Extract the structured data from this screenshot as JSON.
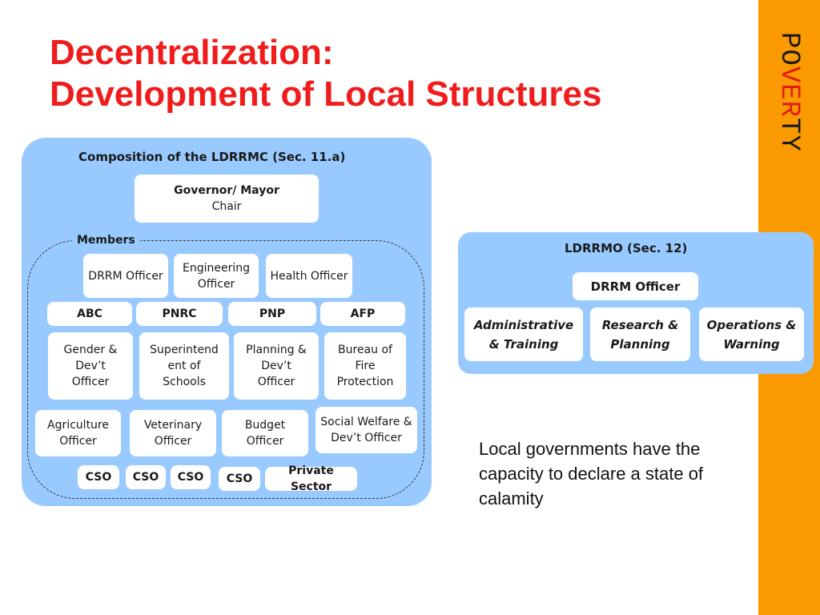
{
  "title": {
    "line1": "Decentralization:",
    "line2": "Development of Local Structures"
  },
  "band": {
    "word_part1": "PO",
    "word_part2": "VER",
    "word_part3": "TY",
    "colors": {
      "band": "#fb9a00",
      "dark": "#1a1a1a",
      "red": "#e01e1e"
    }
  },
  "ldrrmc": {
    "title": "Composition of the LDRRMC (Sec. 11.a)",
    "head": {
      "title": "Governor/ Mayor",
      "role": "Chair"
    },
    "members_label": "Members",
    "row1": [
      "DRRM Officer",
      "Engineering Officer",
      "Health Officer"
    ],
    "row2": [
      "ABC",
      "PNRC",
      "PNP",
      "AFP"
    ],
    "row3": [
      "Gender & Dev’t Officer",
      "Superintend ent of Schools",
      "Planning & Dev’t Officer",
      "Bureau of Fire Protection"
    ],
    "row4": [
      "Agriculture Officer",
      "Veterinary Officer",
      "Budget Officer",
      "Social Welfare & Dev’t Officer"
    ],
    "row5": [
      "CSO",
      "CSO",
      "CSO",
      "CSO",
      "Private Sector"
    ]
  },
  "ldrrmo": {
    "title": "LDRRMO (Sec. 12)",
    "head": "DRRM Officer",
    "divisions": [
      "Administrative & Training",
      "Research & Planning",
      "Operations & Warning"
    ]
  },
  "note": "Local governments have the capacity to declare a state of calamity",
  "colors": {
    "title_red": "#f01c1c",
    "panel_blue": "#99caff"
  }
}
